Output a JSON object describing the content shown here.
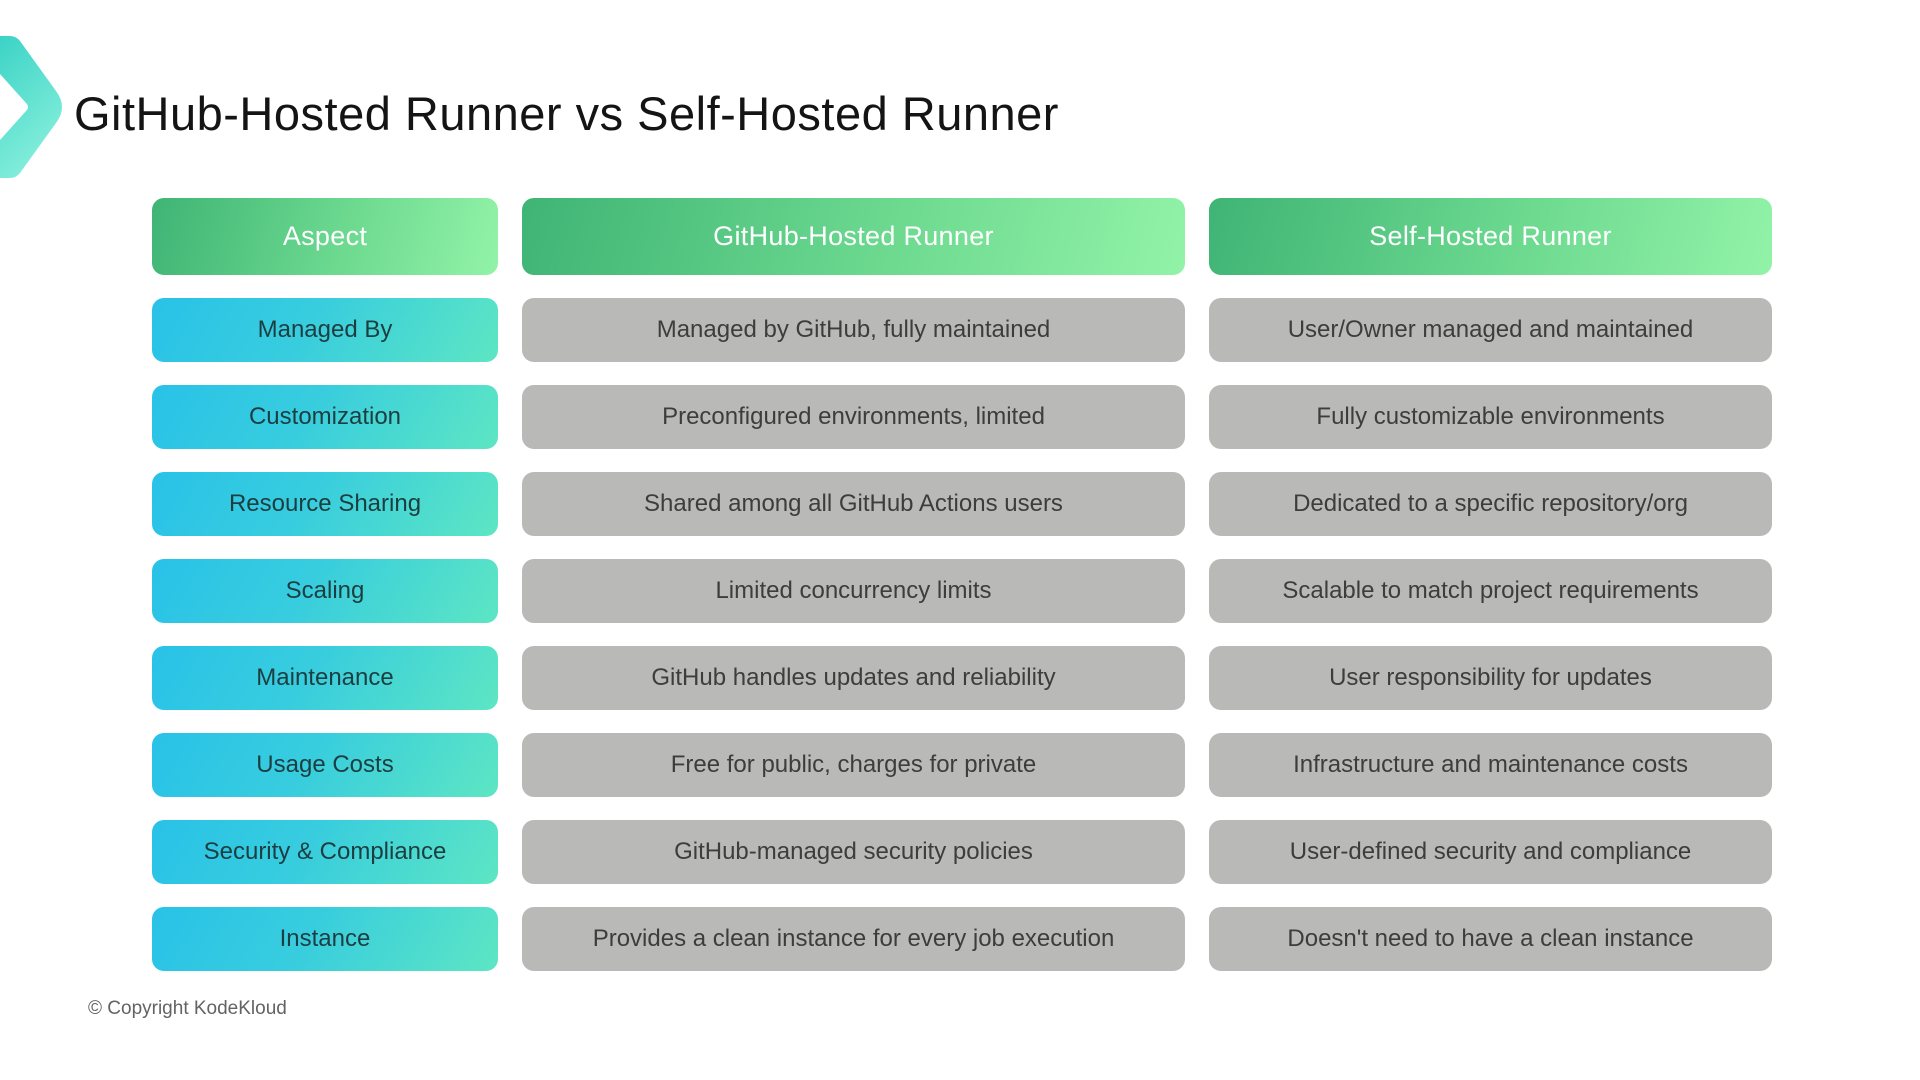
{
  "title": "GitHub-Hosted Runner vs Self-Hosted Runner",
  "footer": {
    "copyright": "© Copyright KodeKloud"
  },
  "logo": {
    "name": "kodekloud-chevron"
  },
  "colors": {
    "header_gradient_start": "#3fb475",
    "header_gradient_end": "#92f3a8",
    "aspect_gradient_start": "#29c2e8",
    "aspect_gradient_end": "#5de6c3",
    "value_cell_bg": "#b9b9b7",
    "value_text": "#3d3d3d",
    "aspect_text": "#1d3e41",
    "header_text": "#ffffff",
    "chevron_start": "#3bd3c6",
    "chevron_end": "#85eedb"
  },
  "table": {
    "columns": [
      "Aspect",
      "GitHub-Hosted Runner",
      "Self-Hosted Runner"
    ],
    "rows": [
      {
        "aspect": "Managed By",
        "github": "Managed by GitHub, fully maintained",
        "self": "User/Owner managed and maintained"
      },
      {
        "aspect": "Customization",
        "github": "Preconfigured environments, limited",
        "self": "Fully customizable environments"
      },
      {
        "aspect": "Resource Sharing",
        "github": "Shared among all GitHub Actions users",
        "self": "Dedicated to a specific repository/org"
      },
      {
        "aspect": "Scaling",
        "github": "Limited concurrency limits",
        "self": "Scalable to match project requirements"
      },
      {
        "aspect": "Maintenance",
        "github": "GitHub handles updates and reliability",
        "self": "User responsibility for updates"
      },
      {
        "aspect": "Usage Costs",
        "github": "Free for public, charges for private",
        "self": "Infrastructure and maintenance costs"
      },
      {
        "aspect": "Security & Compliance",
        "github": "GitHub-managed security policies",
        "self": "User-defined security and compliance"
      },
      {
        "aspect": "Instance",
        "github": "Provides a clean instance for every job execution",
        "self": "Doesn't need to have a clean instance"
      }
    ]
  }
}
